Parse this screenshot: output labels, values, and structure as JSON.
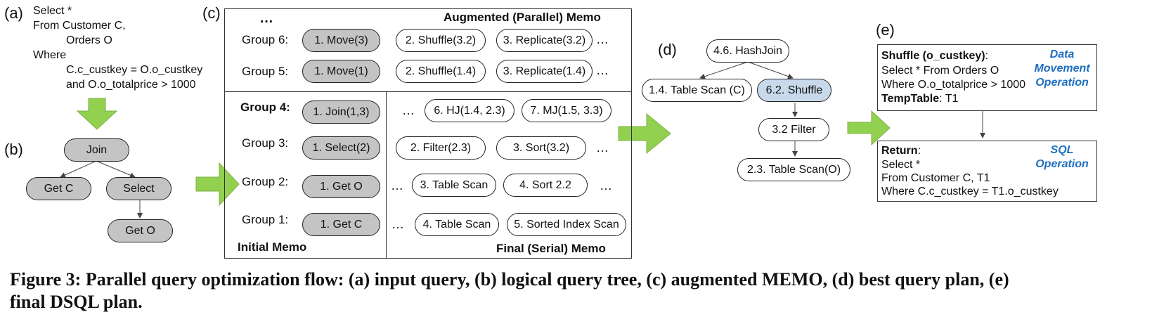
{
  "labels": {
    "a": "(a)",
    "b": "(b)",
    "c": "(c)",
    "d": "(d)",
    "e": "(e)"
  },
  "query": {
    "lines": [
      "Select *",
      "From Customer C,",
      "Orders O",
      "Where",
      "C.c_custkey = O.o_custkey",
      "and O.o_totalprice > 1000"
    ]
  },
  "tree_b": {
    "join": "Join",
    "get_c": "Get C",
    "select": "Select",
    "get_o": "Get O"
  },
  "memo": {
    "ellipsis": "…",
    "augmented_title": "Augmented (Parallel) Memo",
    "initial_title": "Initial Memo",
    "final_title": "Final (Serial) Memo",
    "groups": [
      {
        "name": "Group 6:",
        "initial": "1. Move(3)",
        "exprs": [
          "2. Shuffle(3.2)",
          "3. Replicate(3.2)"
        ]
      },
      {
        "name": "Group 5:",
        "initial": "1. Move(1)",
        "exprs": [
          "2. Shuffle(1.4)",
          "3. Replicate(1.4)"
        ]
      },
      {
        "name": "Group 4:",
        "initial": "1. Join(1,3)",
        "exprs": [
          "6. HJ(1.4, 2.3)",
          "7. MJ(1.5, 3.3)"
        ]
      },
      {
        "name": "Group 3:",
        "initial": "1. Select(2)",
        "exprs": [
          "2. Filter(2.3)",
          "3. Sort(3.2)"
        ]
      },
      {
        "name": "Group 2:",
        "initial": "1. Get O",
        "exprs": [
          "3. Table Scan",
          "4. Sort 2.2"
        ]
      },
      {
        "name": "Group 1:",
        "initial": "1. Get C",
        "exprs": [
          "4. Table Scan",
          "5. Sorted Index Scan"
        ]
      }
    ]
  },
  "plan_d": {
    "hashjoin": "4.6. HashJoin",
    "scan_c": "1.4. Table Scan (C)",
    "shuffle": "6.2. Shuffle",
    "filter": "3.2 Filter",
    "scan_o": "2.3. Table Scan(O)"
  },
  "dsql_e": {
    "shuffle": {
      "title": "Shuffle (o_custkey)",
      "colon": ":",
      "lines": [
        "Select * From Orders O",
        "Where O.o_totalprice > 1000"
      ],
      "temp_label": "TempTable",
      "temp_value": ": T1",
      "op_lines": [
        "Data",
        "Movement",
        "Operation"
      ]
    },
    "return": {
      "title": "Return",
      "colon": ":",
      "lines": [
        "Select *",
        "From Customer C, T1",
        "Where C.c_custkey = T1.o_custkey"
      ],
      "op_lines": [
        "SQL",
        "Operation"
      ]
    }
  },
  "caption": {
    "line1": "Figure 3: Parallel query optimization flow: (a) input query, (b) logical query tree, (c) augmented MEMO, (d) best query plan, (e)",
    "line2": "final DSQL plan."
  },
  "colors": {
    "arrow_green": "#92d050",
    "node_gray": "#c4c4c4",
    "node_blue": "#c7d9ea",
    "op_blue": "#1f6fc0"
  }
}
